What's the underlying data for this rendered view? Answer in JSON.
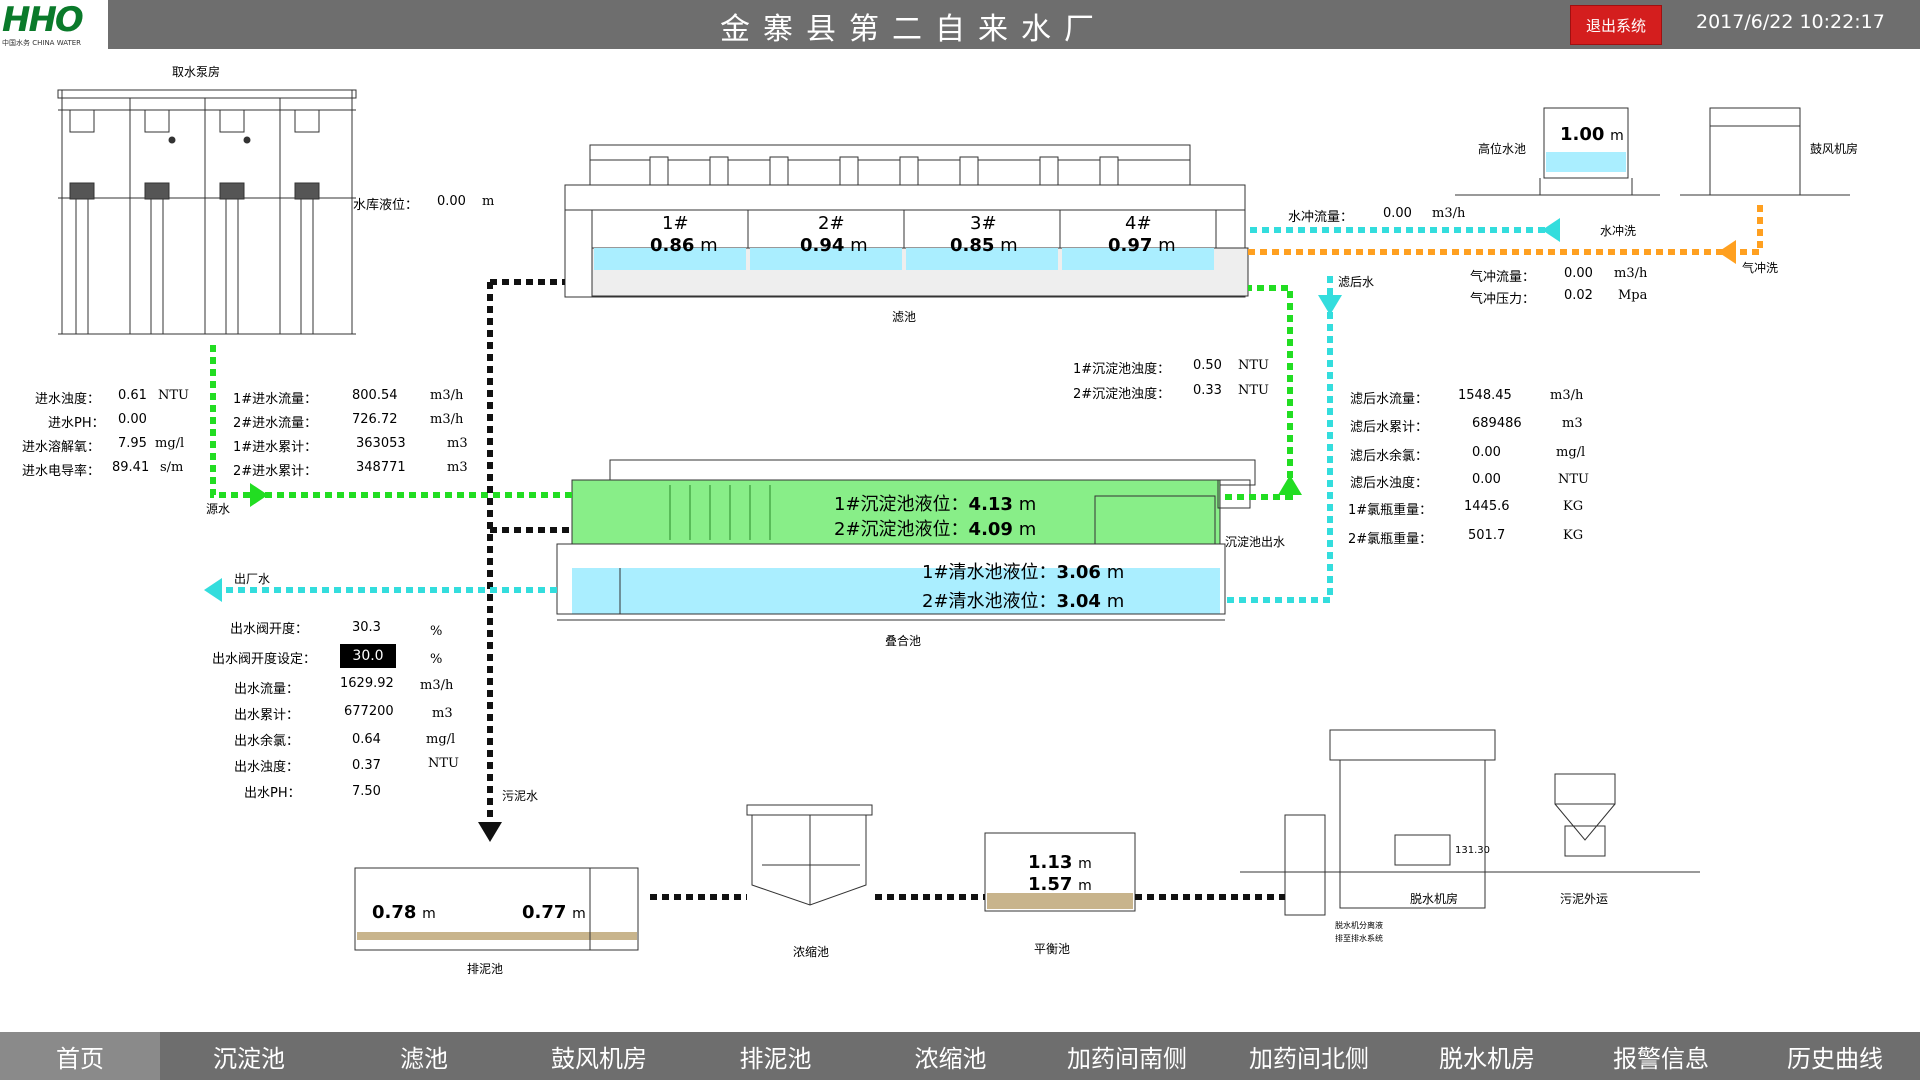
{
  "header": {
    "logo_text": "HHO",
    "logo_sub": "中国水务 CHINA WATER",
    "title": "金寨县第二自来水厂",
    "logout_label": "退出系统",
    "datetime": "2017/6/22 10:22:17"
  },
  "colors": {
    "header_bg": "#6e6e6e",
    "logout": "#d41e1e",
    "green": "#22dd22",
    "cyan": "#33dddd",
    "orange": "#ffa020",
    "water_green": "#88ee88",
    "water_cyan": "#aaeeff",
    "sludge": "#c8b48c"
  },
  "pump_room": {
    "caption": "取水泵房",
    "reservoir_level_label": "水库液位：",
    "reservoir_level_value": "0.00",
    "reservoir_level_unit": "m"
  },
  "inlet": {
    "turbidity": {
      "label": "进水浊度：",
      "value": "0.61",
      "unit": "NTU"
    },
    "ph": {
      "label": "进水PH：",
      "value": "0.00"
    },
    "do": {
      "label": "进水溶解氧：",
      "value": "7.95",
      "unit": "mg/l"
    },
    "conductivity": {
      "label": "进水电导率：",
      "value": "89.41",
      "unit": "s/m"
    },
    "flow1": {
      "label": "1#进水流量：",
      "value": "800.54",
      "unit": "m3/h"
    },
    "flow2": {
      "label": "2#进水流量：",
      "value": "726.72",
      "unit": "m3/h"
    },
    "total1": {
      "label": "1#进水累计：",
      "value": "363053",
      "unit": "m3"
    },
    "total2": {
      "label": "2#进水累计：",
      "value": "348771",
      "unit": "m3"
    },
    "source_label": "源水"
  },
  "filter": {
    "caption": "滤池",
    "cells": [
      {
        "name": "1#",
        "level": "0.86",
        "unit": "m"
      },
      {
        "name": "2#",
        "level": "0.94",
        "unit": "m"
      },
      {
        "name": "3#",
        "level": "0.85",
        "unit": "m"
      },
      {
        "name": "4#",
        "level": "0.97",
        "unit": "m"
      }
    ],
    "after_label": "滤后水"
  },
  "backwash": {
    "high_tank_caption": "高位水池",
    "high_tank_level": "1.00",
    "high_tank_unit": "m",
    "blower_caption": "鼓风机房",
    "water_flush_label": "水冲洗",
    "air_flush_label": "气冲洗",
    "water_flow": {
      "label": "水冲流量：",
      "value": "0.00",
      "unit": "m3/h"
    },
    "air_flow": {
      "label": "气冲流量：",
      "value": "0.00",
      "unit": "m3/h"
    },
    "air_pressure": {
      "label": "气冲压力：",
      "value": "0.02",
      "unit": "Mpa"
    }
  },
  "sedimentation": {
    "turb1": {
      "label": "1#沉淀池浊度：",
      "value": "0.50",
      "unit": "NTU"
    },
    "turb2": {
      "label": "2#沉淀池浊度：",
      "value": "0.33",
      "unit": "NTU"
    },
    "level1": {
      "label": "1#沉淀池液位：",
      "value": "4.13",
      "unit": "m"
    },
    "level2": {
      "label": "2#沉淀池液位：",
      "value": "4.09",
      "unit": "m"
    },
    "clear1": {
      "label": "1#清水池液位：",
      "value": "3.06",
      "unit": "m"
    },
    "clear2": {
      "label": "2#清水池液位：",
      "value": "3.04",
      "unit": "m"
    },
    "outlet_label": "沉淀池出水",
    "caption": "叠合池"
  },
  "filtered": {
    "flow": {
      "label": "滤后水流量：",
      "value": "1548.45",
      "unit": "m3/h"
    },
    "total": {
      "label": "滤后水累计：",
      "value": "689486",
      "unit": "m3"
    },
    "chlorine": {
      "label": "滤后水余氯：",
      "value": "0.00",
      "unit": "mg/l"
    },
    "turbidity": {
      "label": "滤后水浊度：",
      "value": "0.00",
      "unit": "NTU"
    },
    "cl_bottle1": {
      "label": "1#氯瓶重量：",
      "value": "1445.6",
      "unit": "KG"
    },
    "cl_bottle2": {
      "label": "2#氯瓶重量：",
      "value": "501.7",
      "unit": "KG"
    }
  },
  "outlet": {
    "plant_out_label": "出厂水",
    "valve_open": {
      "label": "出水阀开度：",
      "value": "30.3",
      "unit": "%"
    },
    "valve_set": {
      "label": "出水阀开度设定：",
      "value": "30.0",
      "unit": "%"
    },
    "flow": {
      "label": "出水流量：",
      "value": "1629.92",
      "unit": "m3/h"
    },
    "total": {
      "label": "出水累计：",
      "value": "677200",
      "unit": "m3"
    },
    "chlorine": {
      "label": "出水余氯：",
      "value": "0.64",
      "unit": "mg/l"
    },
    "turbidity": {
      "label": "出水浊度：",
      "value": "0.37",
      "unit": "NTU"
    },
    "ph": {
      "label": "出水PH：",
      "value": "7.50"
    }
  },
  "sludge": {
    "sludge_water_label": "污泥水",
    "drain_caption": "排泥池",
    "drain_level1": "0.78",
    "drain_level2": "0.77",
    "drain_unit": "m",
    "thickener_caption": "浓缩池",
    "balance_caption": "平衡池",
    "balance_level1": "1.13",
    "balance_level2": "1.57",
    "balance_unit": "m",
    "dewater_caption": "脱水机房",
    "elevation": "131.30",
    "dewater_note1": "脱水机分离液",
    "dewater_note2": "排至排水系统",
    "outward_caption": "污泥外运"
  },
  "nav": [
    {
      "label": "首页",
      "active": true
    },
    {
      "label": "沉淀池"
    },
    {
      "label": "滤池"
    },
    {
      "label": "鼓风机房"
    },
    {
      "label": "排泥池"
    },
    {
      "label": "浓缩池"
    },
    {
      "label": "加药间南侧"
    },
    {
      "label": "加药间北侧"
    },
    {
      "label": "脱水机房"
    },
    {
      "label": "报警信息"
    },
    {
      "label": "历史曲线"
    }
  ]
}
